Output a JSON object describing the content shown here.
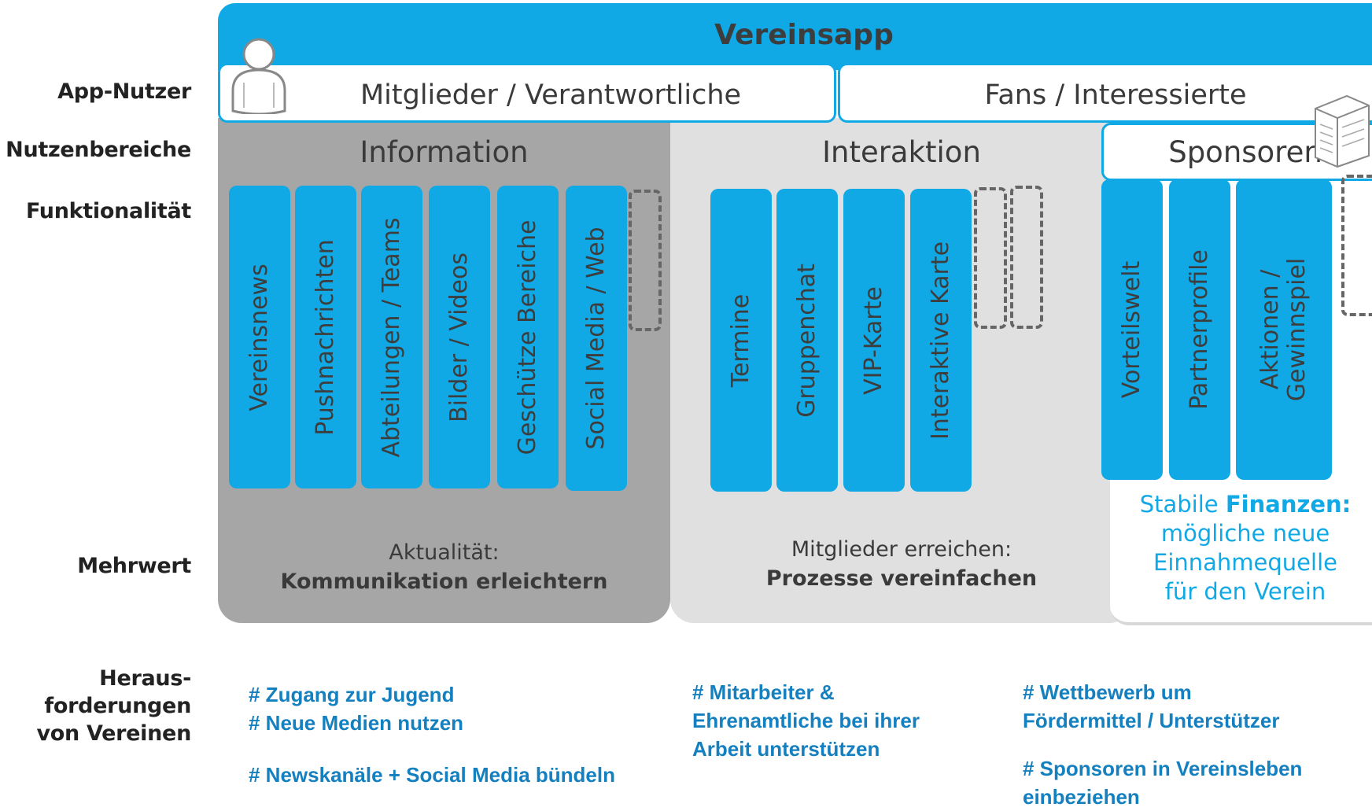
{
  "title": "Vereinsapp",
  "row_labels": {
    "app_nutzer": "App-Nutzer",
    "nutzenbereiche": "Nutzenbereiche",
    "funktionalitaet": "Funktionalität",
    "mehrwert": "Mehrwert",
    "herausforderungen_1": "Heraus-",
    "herausforderungen_2": "forderungen",
    "herausforderungen_3": "von Vereinen"
  },
  "users": {
    "members": "Mitglieder / Verantwortliche",
    "fans": "Fans / Interessierte"
  },
  "areas": {
    "information": {
      "title": "Information",
      "functions": [
        "Vereinsnews",
        "Pushnachrichten",
        "Abteilungen / Teams",
        "Bilder / Videos",
        "Geschütze Bereiche",
        "Social Media / Web"
      ],
      "value_line1": "Aktualität:",
      "value_line2": "Kommunikation erleichtern"
    },
    "interaktion": {
      "title": "Interaktion",
      "functions": [
        "Termine",
        "Gruppenchat",
        "VIP-Karte",
        "Interaktive Karte"
      ],
      "value_line1": "Mitglieder erreichen:",
      "value_line2": "Prozesse vereinfachen"
    },
    "sponsoren": {
      "title": "Sponsoren",
      "functions": [
        "Vorteilswelt",
        "Partnerprofile",
        "Aktionen /",
        "Gewinnspiel"
      ],
      "value_a": "Stabile ",
      "value_b": "Finanzen:",
      "value_line2": "mögliche neue",
      "value_line3": "Einnahmequelle",
      "value_line4": "für den Verein"
    }
  },
  "challenges": {
    "col1": [
      "# Zugang zur Jugend",
      "# Neue Medien nutzen",
      "# Newskanäle + Social Media bündeln"
    ],
    "col2": [
      "# Mitarbeiter &",
      "Ehrenamtliche bei ihrer",
      "Arbeit unterstützen"
    ],
    "col3": [
      "# Wettbewerb um",
      "Fördermittel / Unterstützer",
      "# Sponsoren in Vereinsleben",
      "einbeziehen"
    ]
  },
  "colors": {
    "accent": "#10a9e5",
    "panel_dark": "#a6a6a6",
    "panel_light": "#e0e0e0",
    "challenge_text": "#1580bf"
  },
  "icons": [
    "user-icon",
    "building-icon"
  ]
}
